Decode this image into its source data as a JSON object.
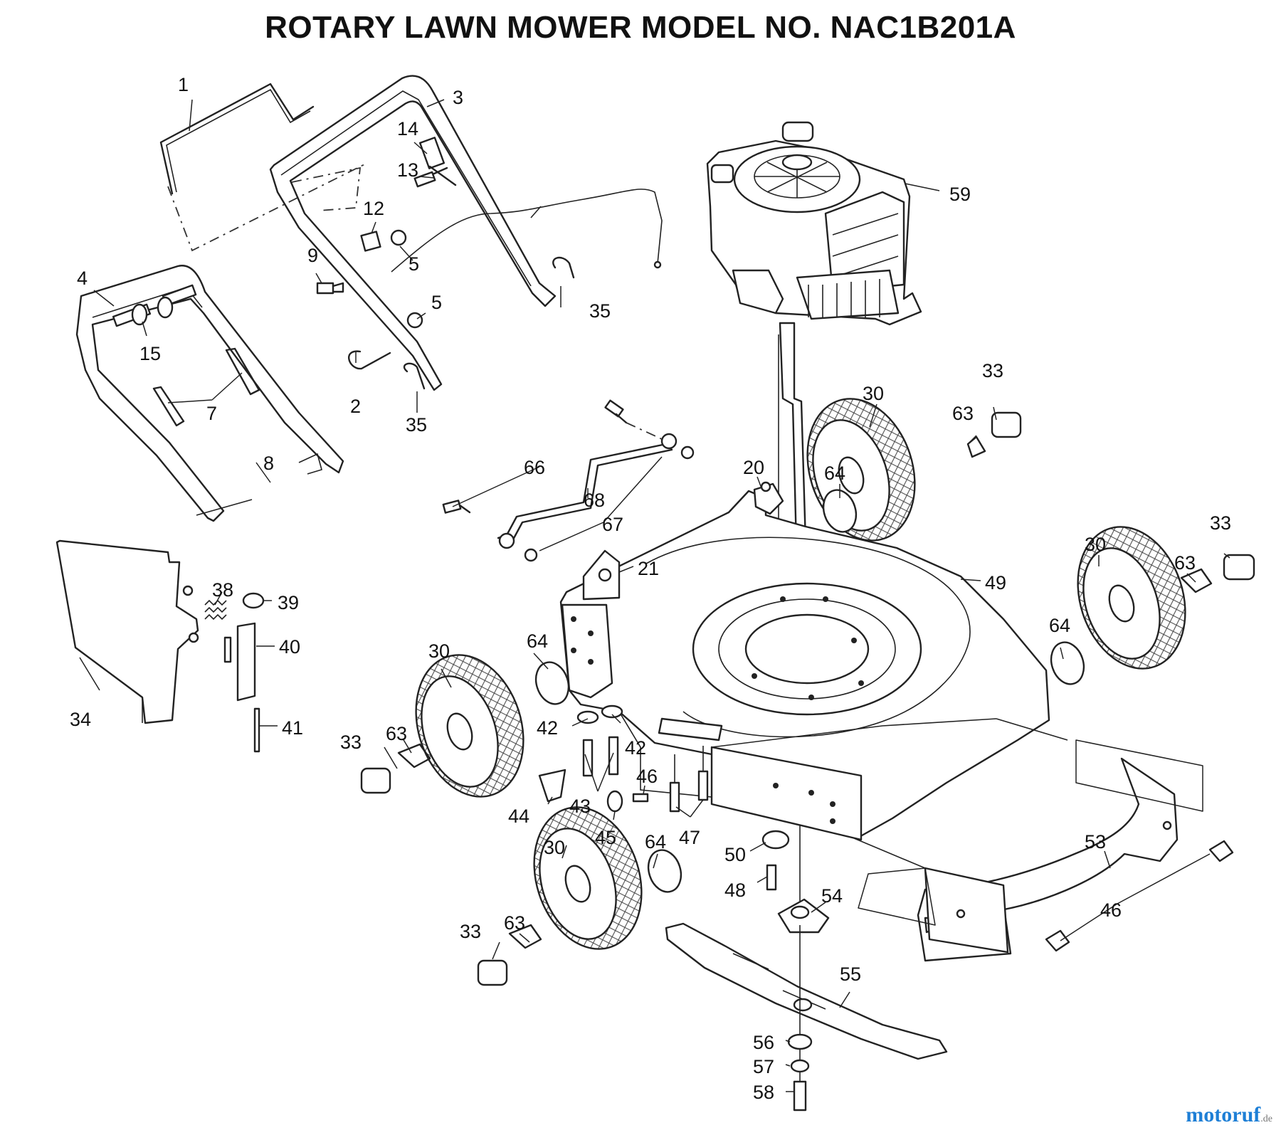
{
  "title": "ROTARY LAWN MOWER MODEL NO. NAC1B201A",
  "watermark": {
    "brand": "motoruf",
    "tld": ".de"
  },
  "callouts": {
    "c1": "1",
    "c3": "3",
    "c14": "14",
    "c13": "13",
    "c12": "12",
    "c5a": "5",
    "c5b": "5",
    "c9": "9",
    "c4": "4",
    "c15": "15",
    "c7": "7",
    "c2": "2",
    "c35a": "35",
    "c35b": "35",
    "c8": "8",
    "c59": "59",
    "c33a": "33",
    "c30a": "30",
    "c63a": "63",
    "c20": "20",
    "c64a": "64",
    "c66": "66",
    "c68": "68",
    "c67": "67",
    "c33b": "33",
    "c30b": "30",
    "c63b": "63",
    "c21": "21",
    "c49": "49",
    "c64b": "64",
    "c38": "38",
    "c39": "39",
    "c40": "40",
    "c34": "34",
    "c41": "41",
    "c30c": "30",
    "c64c": "64",
    "c33c": "33",
    "c63c": "63",
    "c42a": "42",
    "c42b": "42",
    "c46a": "46",
    "c44": "44",
    "c43": "43",
    "c45": "45",
    "c47": "47",
    "c50": "50",
    "c48": "48",
    "c54": "54",
    "c30d": "30",
    "c64d": "64",
    "c53": "53",
    "c46b": "46",
    "c33d": "33",
    "c63d": "63",
    "c55": "55",
    "c56": "56",
    "c57": "57",
    "c58": "58"
  }
}
